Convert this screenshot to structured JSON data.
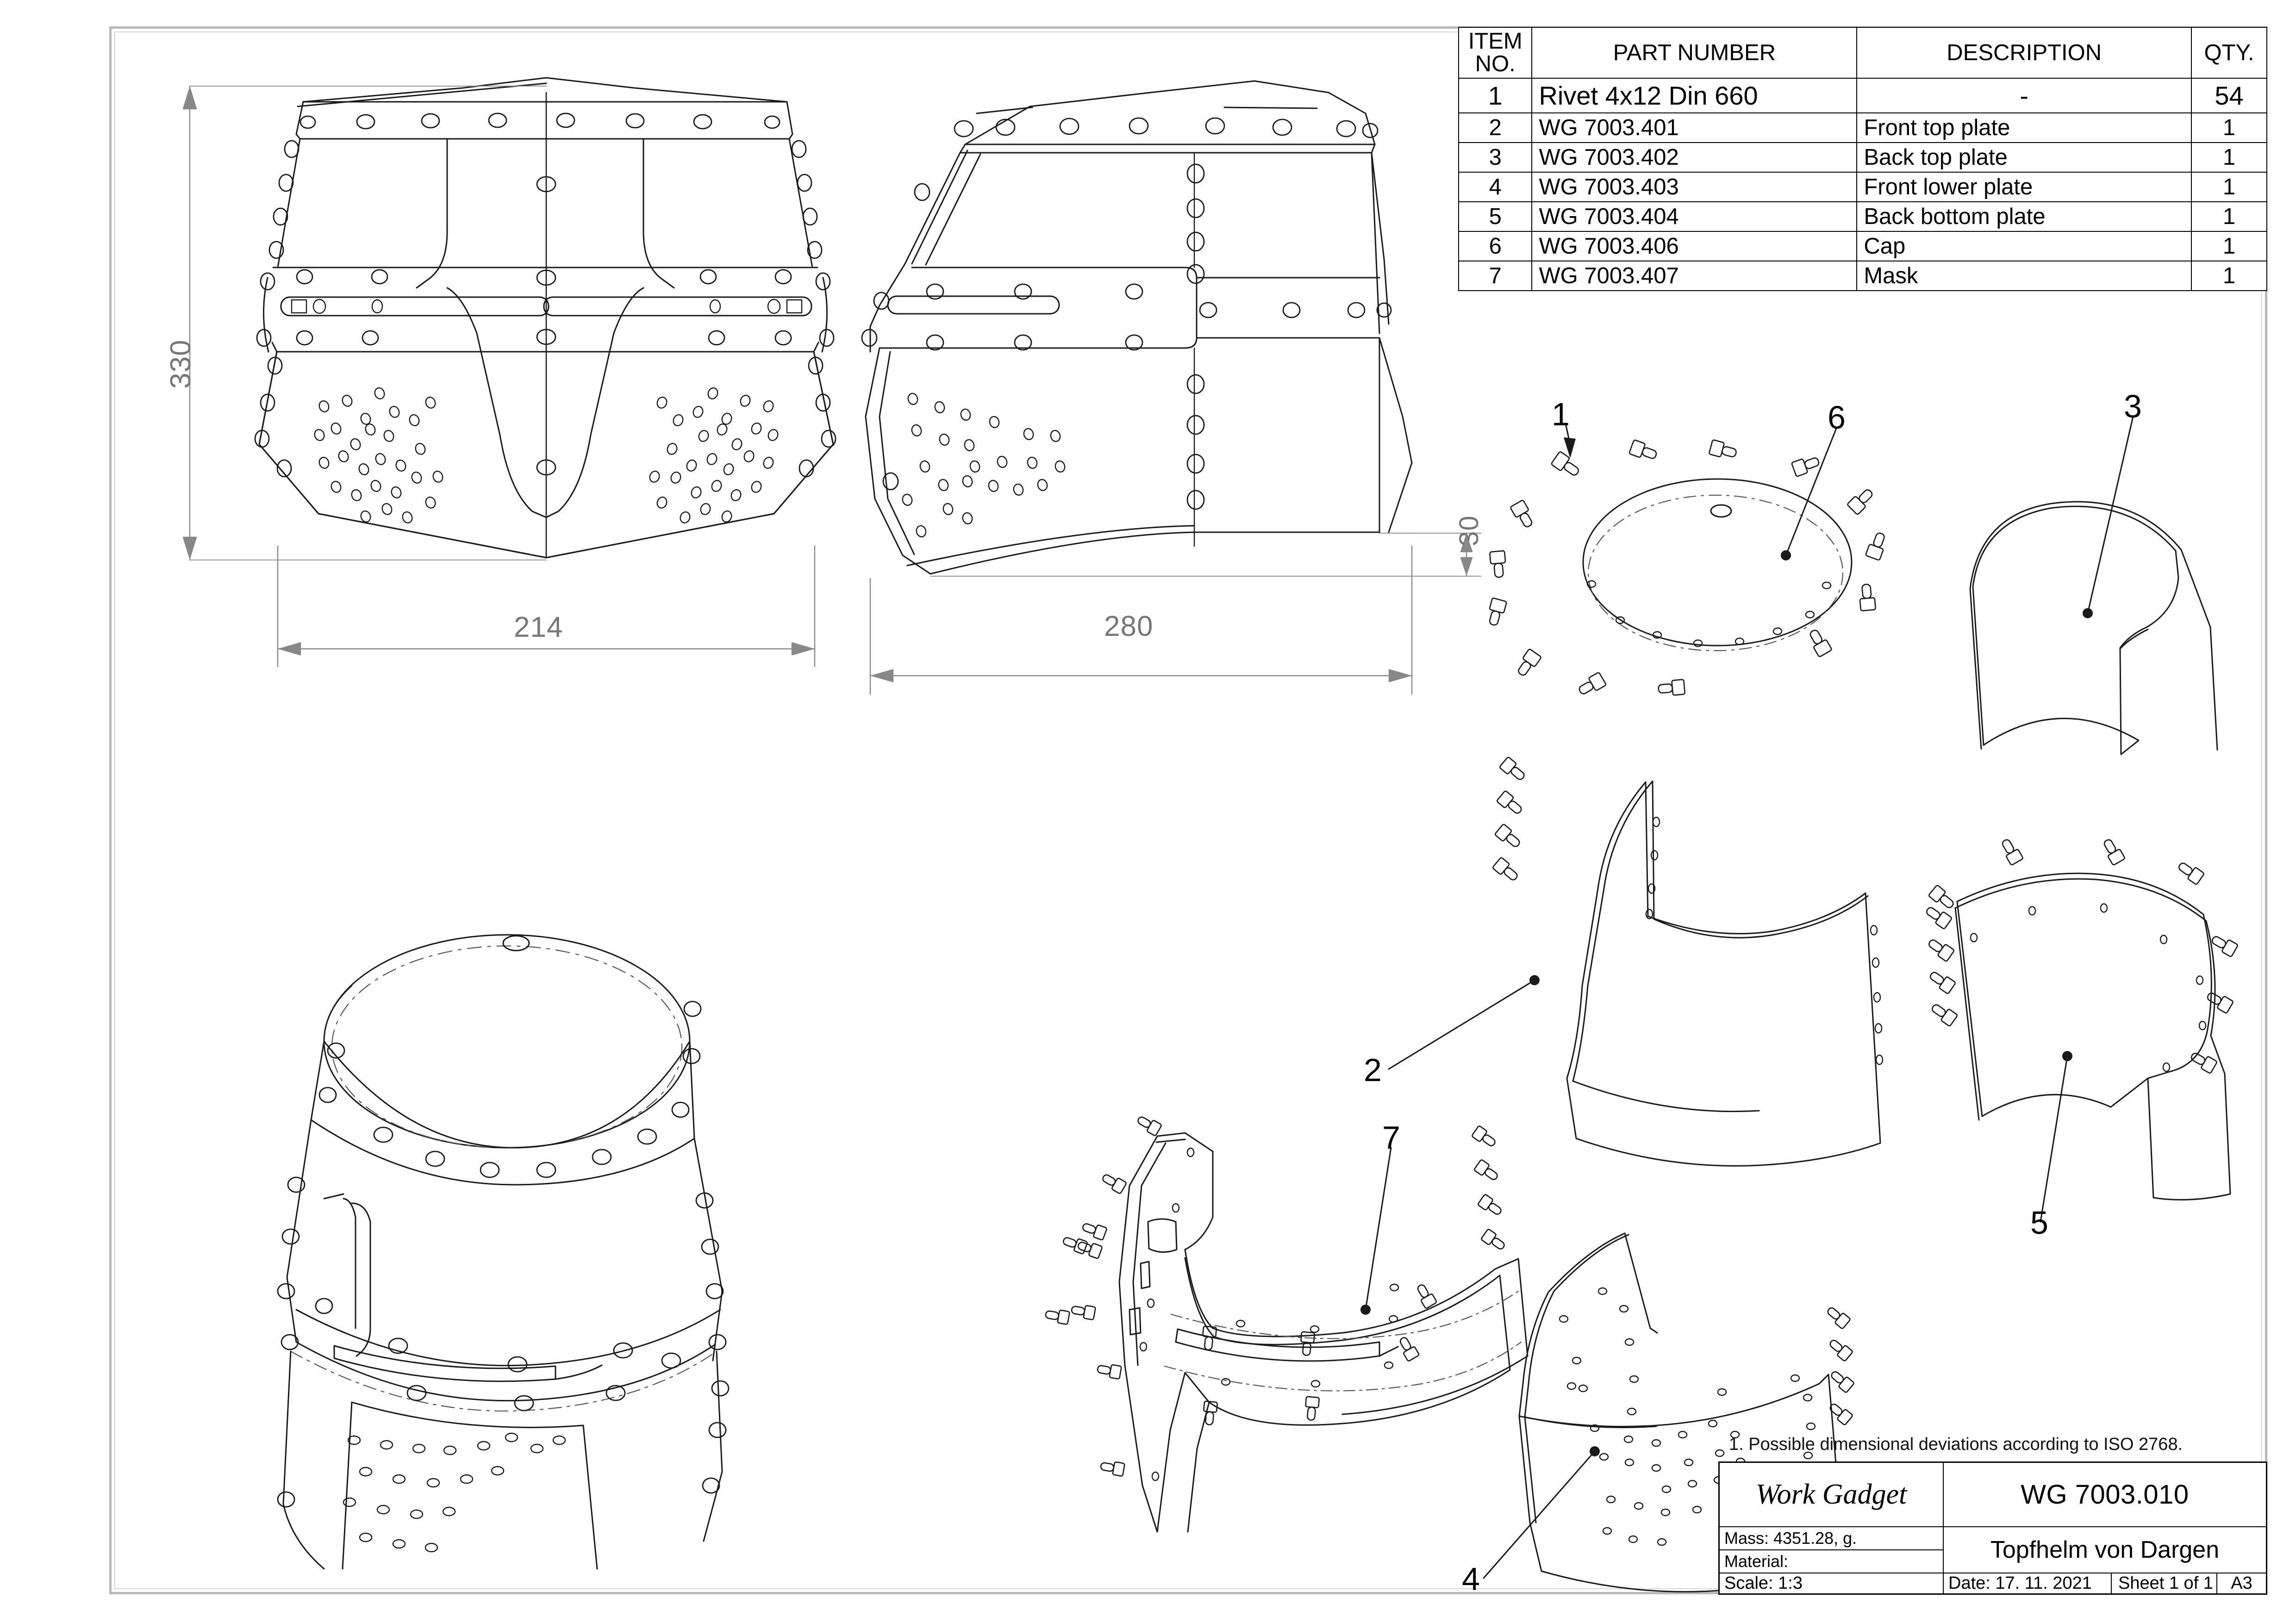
{
  "sheet": {
    "note": "1. Possible dimensional deviations according to ISO 2768."
  },
  "bom": {
    "headers": {
      "item": "ITEM\nNO.",
      "item_l1": "ITEM",
      "item_l2": "NO.",
      "part_number": "PART NUMBER",
      "description": "DESCRIPTION",
      "qty": "QTY."
    },
    "rows": [
      {
        "item": "1",
        "part_number": "Rivet 4x12 Din 660",
        "description": "-",
        "qty": "54"
      },
      {
        "item": "2",
        "part_number": "WG 7003.401",
        "description": "Front top plate",
        "qty": "1"
      },
      {
        "item": "3",
        "part_number": "WG 7003.402",
        "description": "Back top plate",
        "qty": "1"
      },
      {
        "item": "4",
        "part_number": "WG 7003.403",
        "description": "Front lower plate",
        "qty": "1"
      },
      {
        "item": "5",
        "part_number": "WG 7003.404",
        "description": "Back bottom plate",
        "qty": "1"
      },
      {
        "item": "6",
        "part_number": "WG 7003.406",
        "description": "Cap",
        "qty": "1"
      },
      {
        "item": "7",
        "part_number": "WG 7003.407",
        "description": "Mask",
        "qty": "1"
      }
    ]
  },
  "title_block": {
    "company": "Work Gadget",
    "drawing_number": "WG 7003.010",
    "mass": "Mass: 4351.28, g.",
    "material": "Material:",
    "part_title": "Topfhelm von Dargen",
    "scale": "Scale: 1:3",
    "date": "Date: 17. 11. 2021",
    "sheet": "Sheet 1 of 1",
    "size": "A3"
  },
  "dimensions": {
    "front_height": "330",
    "front_width": "214",
    "side_width": "280",
    "side_offset": "30"
  },
  "balloons": {
    "b1": "1",
    "b2": "2",
    "b3": "3",
    "b4": "4",
    "b5": "5",
    "b6": "6",
    "b7": "7"
  },
  "colors": {
    "line": "#1a1a1a",
    "dimension": "#777777",
    "border": "#b8b8b8"
  }
}
